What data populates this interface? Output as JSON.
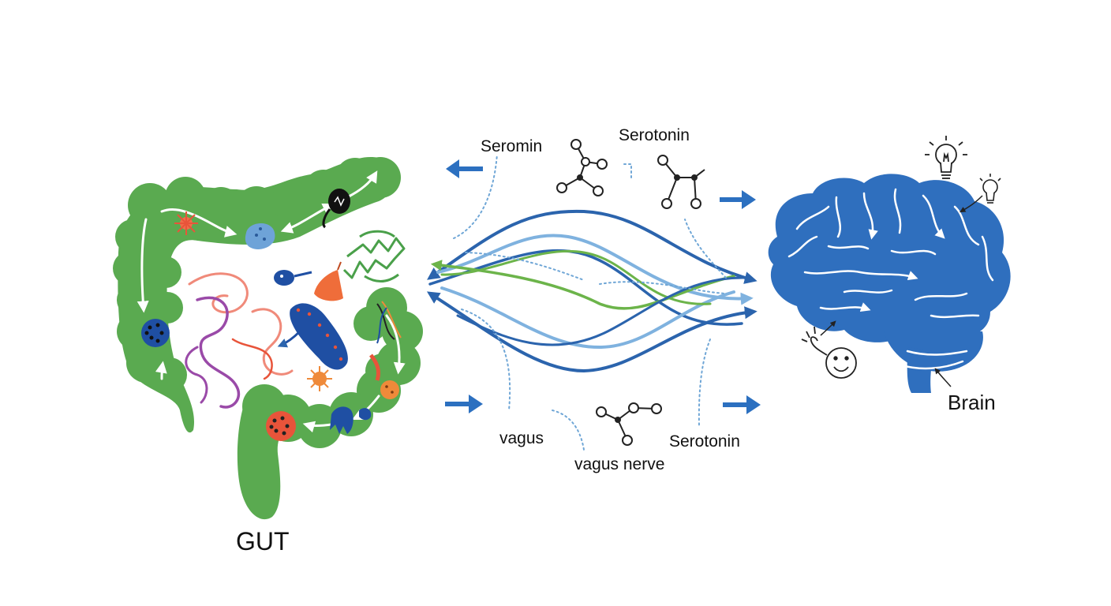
{
  "labels": {
    "gut": "GUT",
    "brain": "Brain",
    "seromin": "Seromin",
    "serotonin_top": "Serotonin",
    "serotonin_bottom": "Serotonin",
    "vagus": "vagus",
    "vagus_nerve": "vagus nerve"
  },
  "colors": {
    "gut_green": "#5aaa50",
    "gut_green_dark": "#3f8f3e",
    "brain_blue": "#2f6fbe",
    "nerve_blue": "#2b64ad",
    "nerve_light_blue": "#7fb2df",
    "nerve_green": "#6cb44a",
    "arrow_blue": "#2c70c0",
    "dotted_blue": "#6fa6d6",
    "microbe_red": "#e8543a",
    "microbe_orange": "#ef8a3a",
    "microbe_purple": "#9a4aa8",
    "microbe_pink": "#f08a7a",
    "microbe_dark_blue": "#1f4fa3"
  },
  "icons": [
    "lightbulb-icon",
    "smiley-face-icon",
    "molecule-icon",
    "arrow-icon"
  ]
}
